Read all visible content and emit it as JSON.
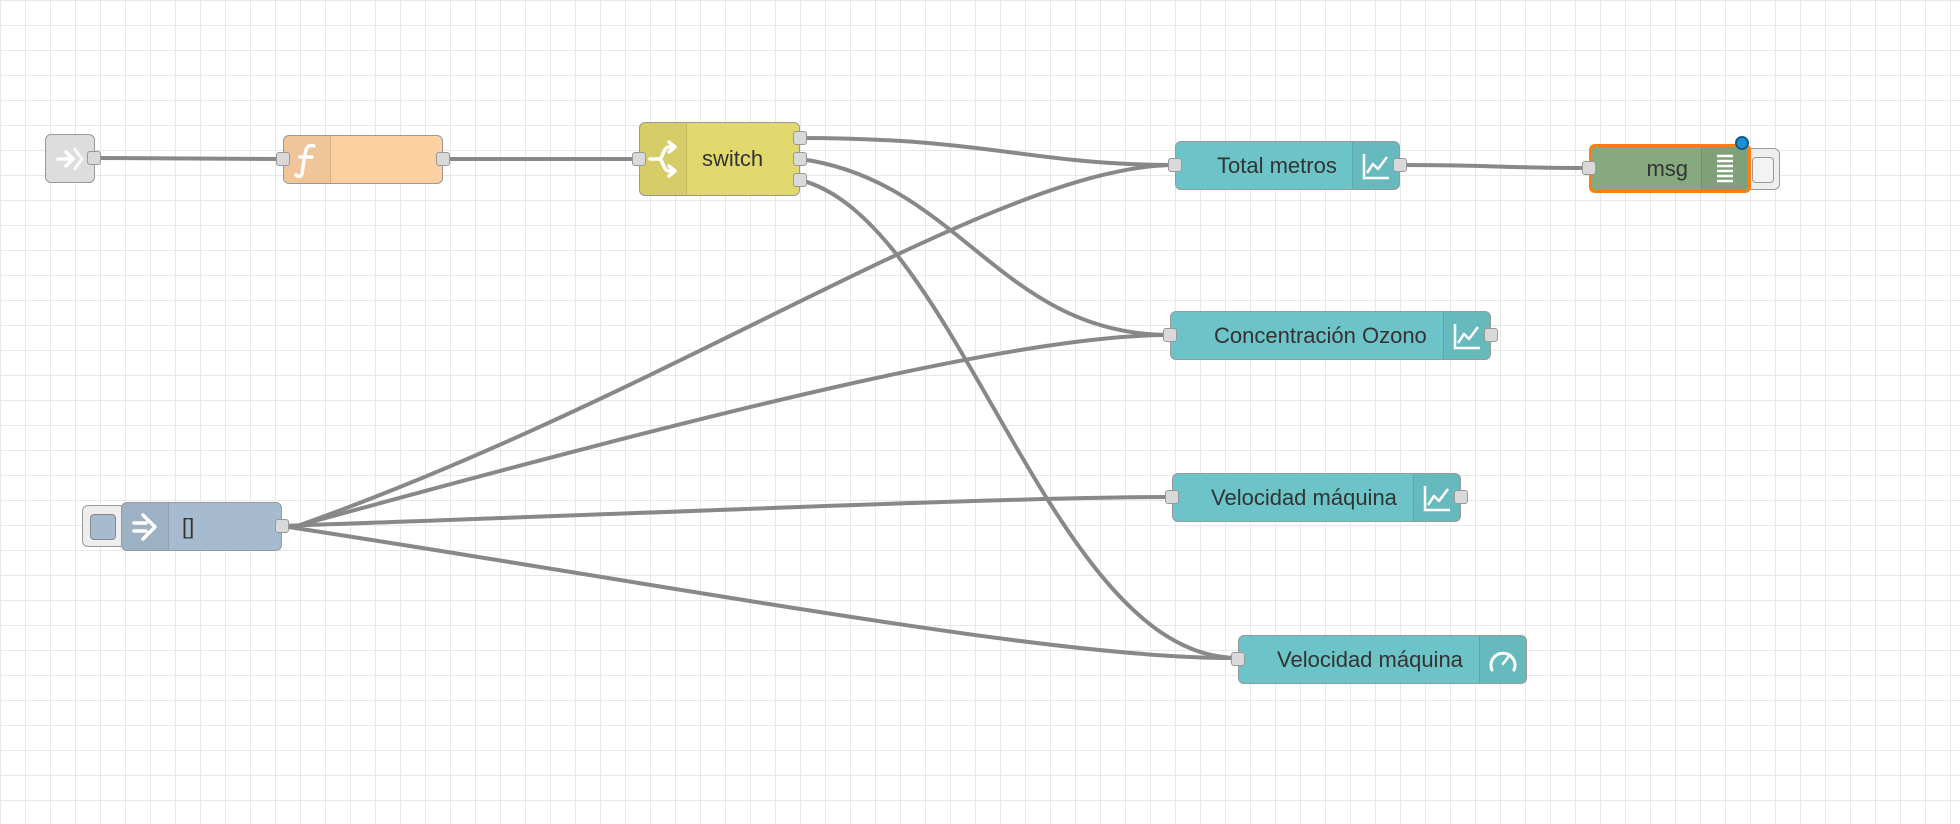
{
  "colors": {
    "canvas": "#ffffff",
    "grid": "#e8e8e8",
    "wire": "#888888",
    "link_in": "#dddddd",
    "function": "#fdd0a2",
    "switch": "#e2d96e",
    "dashboard": "#6cc4c8",
    "inject": "#a6bbcf",
    "debug": "#87a980",
    "selected_outline": "#ff7f0e",
    "port": "#d9d9d9"
  },
  "nodes": {
    "link_in": {
      "label": "",
      "icon": "link-in-icon"
    },
    "function": {
      "label": "",
      "icon": "function-icon"
    },
    "switch": {
      "label": "switch",
      "icon": "switch-icon"
    },
    "chart_total": {
      "label": "Total metros",
      "icon": "chart-icon"
    },
    "chart_ozono": {
      "label": "Concentración Ozono",
      "icon": "chart-icon"
    },
    "chart_vel": {
      "label": "Velocidad máquina",
      "icon": "chart-icon"
    },
    "gauge_vel": {
      "label": "Velocidad máquina",
      "icon": "gauge-icon"
    },
    "inject": {
      "label": "[]",
      "icon": "inject-arrow-icon"
    },
    "debug": {
      "label": "msg",
      "icon": "debug-list-icon"
    }
  }
}
